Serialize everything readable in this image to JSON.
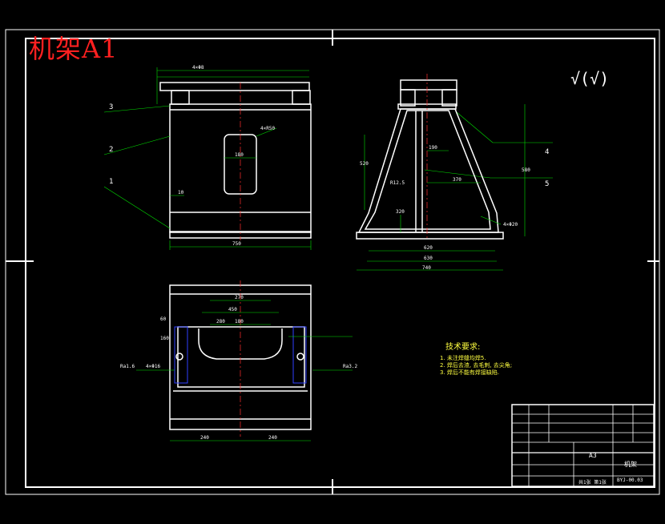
{
  "drawing": {
    "title": "机架A1",
    "surface_finish_mark": "√(√)",
    "colors": {
      "background": "#000000",
      "frame": "#ffffff",
      "geometry": "#ffffff",
      "dimension": "#00e000",
      "center": "#ff3030",
      "leader": "#00e000",
      "hatch": "#3040ff",
      "title": "#ff2020",
      "requirement": "#ffff40"
    }
  },
  "balloons": [
    {
      "label": "1"
    },
    {
      "label": "2"
    },
    {
      "label": "3"
    },
    {
      "label": "4"
    },
    {
      "label": "5"
    }
  ],
  "front_view": {
    "dims": {
      "width": "750",
      "opening": "180",
      "radius": "4×R50",
      "left": "10",
      "top": "4×Φ8"
    }
  },
  "side_view": {
    "dims": {
      "overall": "740",
      "base": "630",
      "inner": "620",
      "height": "580",
      "mid": "520",
      "h2": "320",
      "c": "370",
      "h3": "190",
      "r": "R12.5",
      "holes": "4×Φ20"
    }
  },
  "top_view": {
    "dims": {
      "left": "240",
      "right": "240",
      "a": "270",
      "b": "450",
      "c": "280",
      "d": "180",
      "e": "160",
      "f": "60",
      "hole1": "4×Φ16",
      "rough1": "Ra1.6",
      "rough2": "Ra3.2"
    }
  },
  "technical_requirements": {
    "heading": "技术要求:",
    "items": [
      "1. 未注焊缝均焊5.",
      "2. 焊后去渣, 去毛刺, 去尖角;",
      "3. 焊后不能有焊接缺陷."
    ]
  },
  "title_block": {
    "paper_size": "A3",
    "part_name": "机架",
    "drawing_no": "BYJ-00.03",
    "sheet": "共1张 第1张"
  }
}
